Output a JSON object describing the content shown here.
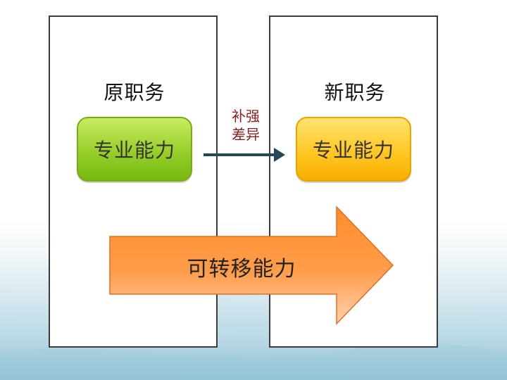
{
  "panels": {
    "left_title": "原职务",
    "right_title": "新职务"
  },
  "skills": {
    "left": "专业能力",
    "right": "专业能力"
  },
  "gap": {
    "line1": "补强",
    "line2": "差异"
  },
  "transfer": {
    "label": "可转移能力"
  },
  "colors": {
    "panel_border": "#3b3b3b",
    "green": "#95cd28",
    "orange": "#ffc623",
    "arrow_orange": "#f47a1f",
    "gap_text": "#8a1f1f",
    "connector": "#26475a"
  }
}
